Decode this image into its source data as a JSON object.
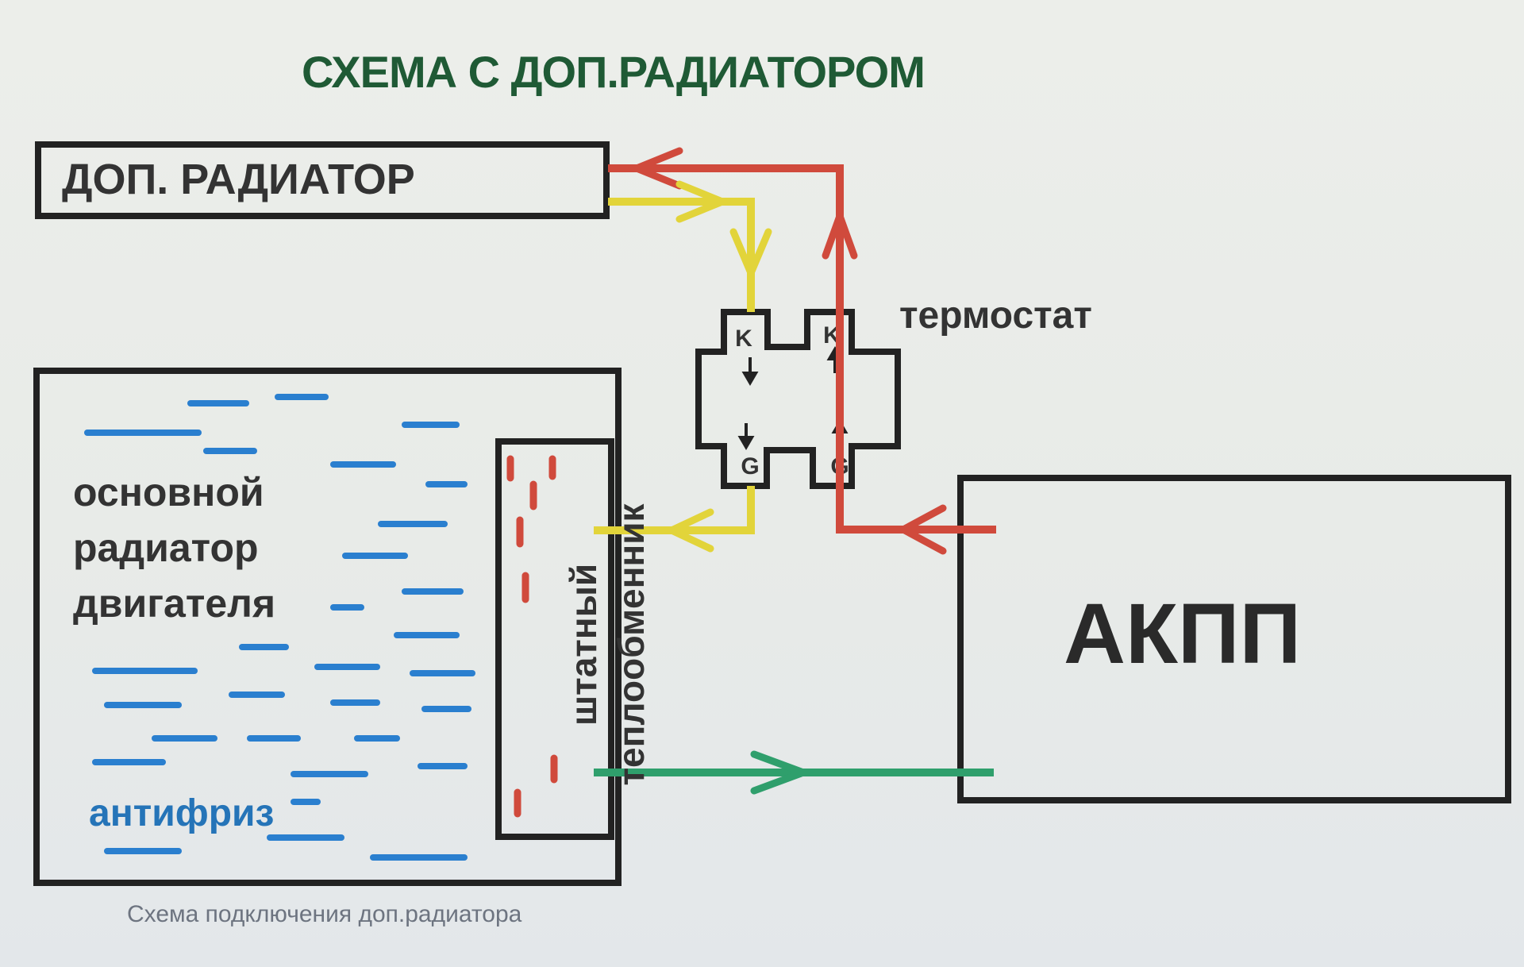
{
  "title": "СХЕМА С ДОП.РАДИАТОРОМ",
  "dop_radiator": {
    "label": "ДОП. РАДИАТОР"
  },
  "thermostat": {
    "label": "термостат",
    "ports": [
      "K",
      "K",
      "G",
      "G"
    ]
  },
  "main_radiator": {
    "line1": "основной",
    "line2": "радиатор",
    "line3": "двигателя"
  },
  "antifreeze": {
    "label": "антифриз"
  },
  "heat_exchanger": {
    "line1": "штатный",
    "line2": "теплообменник"
  },
  "transmission": {
    "label": "АКПП"
  },
  "caption": "Схема подключения доп.радиатора",
  "colors": {
    "hot_line": "#d04a3c",
    "cooled_line": "#e2d43a",
    "return_line": "#2f9f6c",
    "coolant": "#2a7fcf",
    "title": "#1f5a35"
  }
}
